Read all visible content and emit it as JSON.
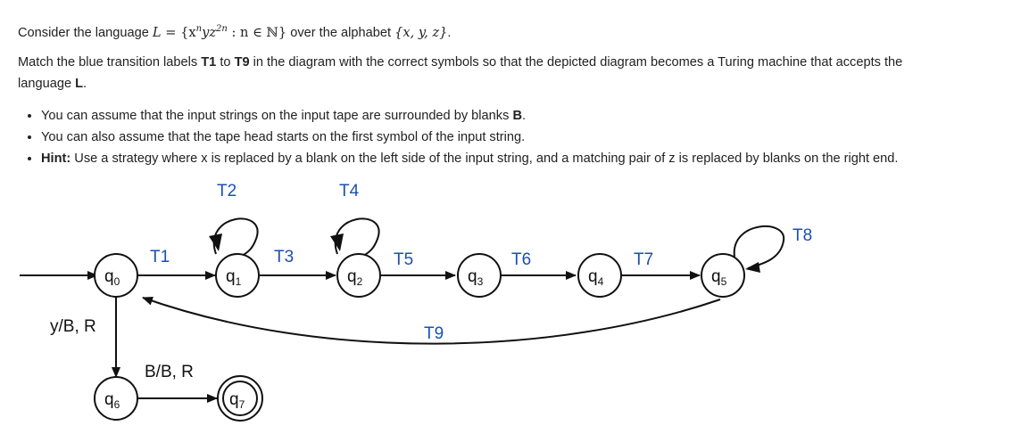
{
  "question": {
    "line1_prefix": "Consider the language ",
    "line1_L": "L",
    "line1_eq": " = {x",
    "line1_exp_n": "n",
    "line1_yz": "yz",
    "line1_exp_2n": "2n",
    "line1_cond": " : n ∈ ℕ}",
    "line1_middle": " over the alphabet ",
    "line1_alphabet": "{x, y, z}",
    "line1_end": ".",
    "line2_a": "Match the blue transition labels ",
    "line2_t1": "T1",
    "line2_b": " to ",
    "line2_t9": "T9",
    "line2_c": " in the diagram with the correct symbols so that the depicted diagram becomes a Turing machine that accepts the",
    "line3_a": "language ",
    "line3_L": "L",
    "line3_b": ".",
    "bullet1_a": "You can assume that the input strings on the input tape are surrounded by blanks ",
    "bullet1_B": "B",
    "bullet1_b": ".",
    "bullet2": "You can also assume that the tape head starts on the first symbol of the input string.",
    "bullet3_hint": "Hint:",
    "bullet3_text": " Use a strategy where x is replaced by a blank on the left side of the input string, and a matching pair of z is replaced by blanks on the right end."
  },
  "diagram": {
    "states": [
      {
        "name": "q",
        "sub": "0"
      },
      {
        "name": "q",
        "sub": "1"
      },
      {
        "name": "q",
        "sub": "2"
      },
      {
        "name": "q",
        "sub": "3"
      },
      {
        "name": "q",
        "sub": "4"
      },
      {
        "name": "q",
        "sub": "5"
      },
      {
        "name": "q",
        "sub": "6"
      },
      {
        "name": "q",
        "sub": "7"
      }
    ],
    "transition_labels": {
      "t1": "T1",
      "t2": "T2",
      "t3": "T3",
      "t4": "T4",
      "t5": "T5",
      "t6": "T6",
      "t7": "T7",
      "t8": "T8",
      "t9": "T9"
    },
    "fixed_labels": {
      "q0_q6": "y/B, R",
      "q6_q7": "B/B, R"
    },
    "colors": {
      "blue_label": "#1a4fb3",
      "text": "#222222",
      "stroke": "#111111"
    }
  }
}
